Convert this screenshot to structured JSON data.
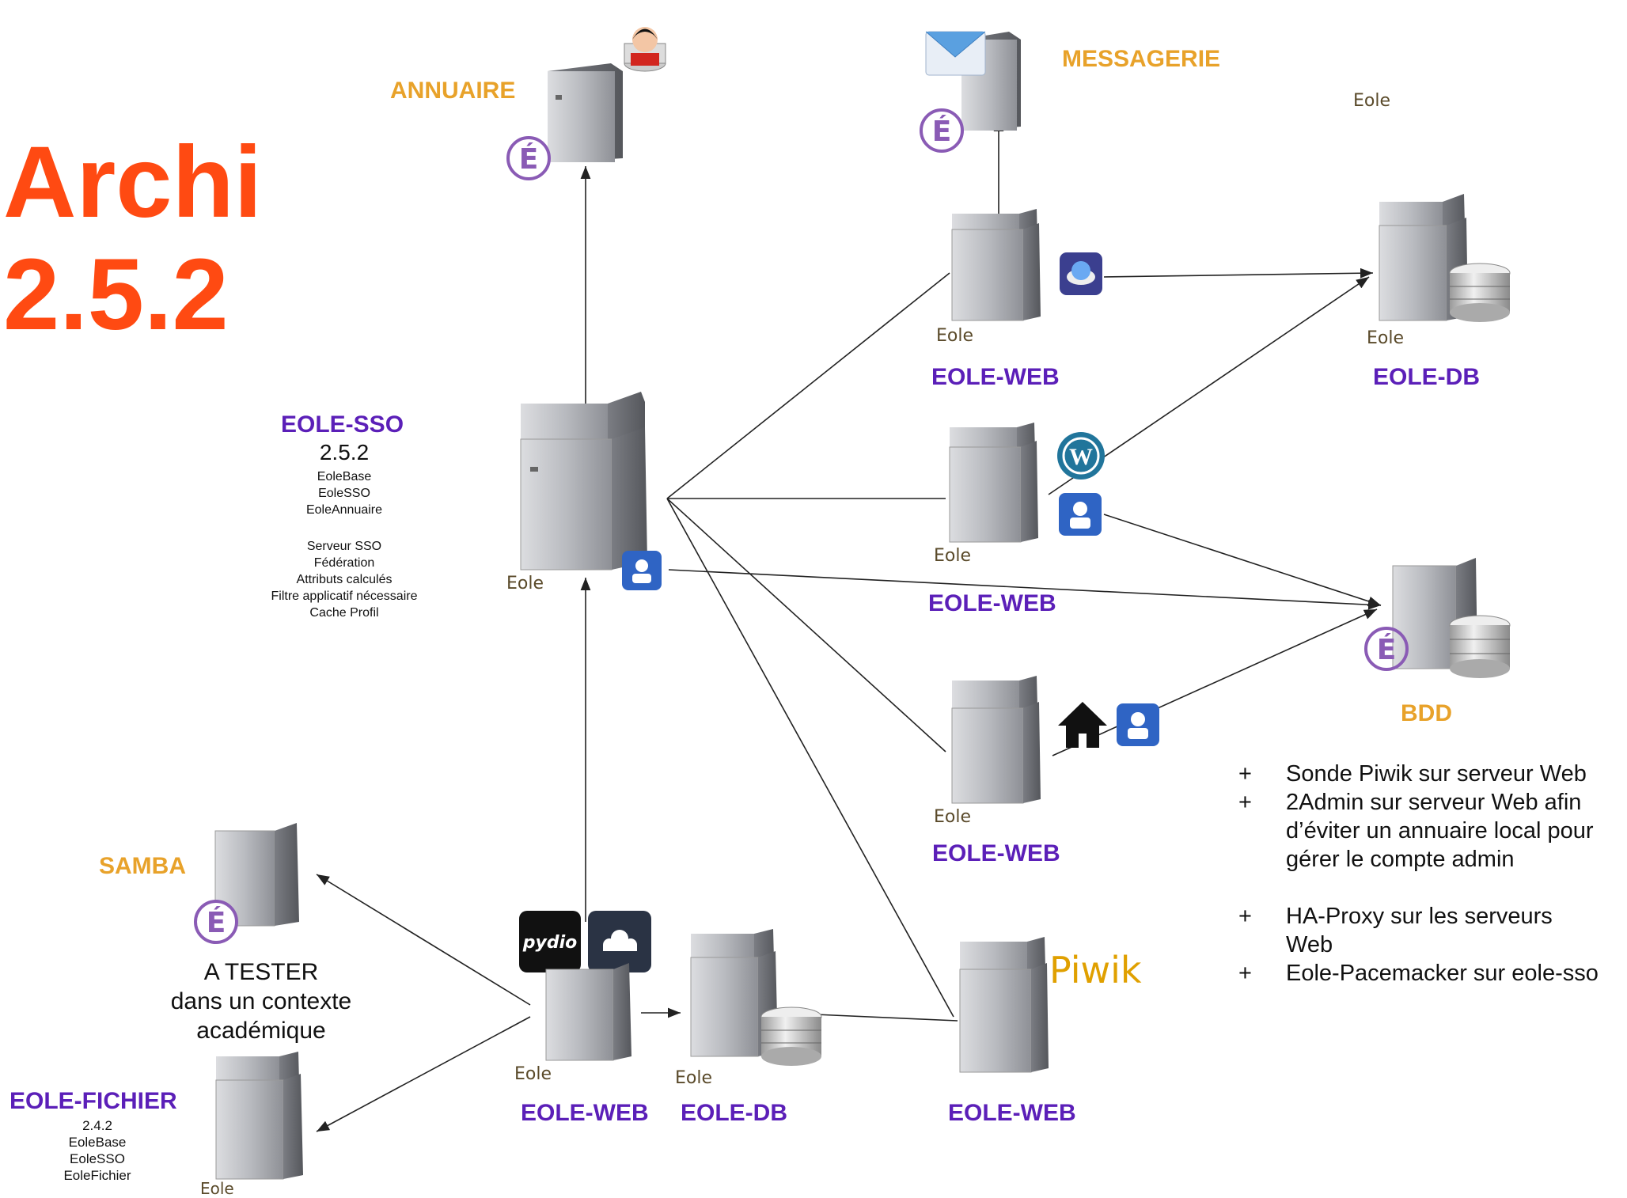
{
  "title": {
    "line1": "Archi",
    "line2": "2.5.2"
  },
  "nodes": {
    "annuaire": {
      "label": "ANNUAIRE"
    },
    "messagerie": {
      "label": "MESSAGERIE"
    },
    "eole_logo_top": "Eole",
    "eole_sso": {
      "label": "EOLE-SSO",
      "version": "2.5.2",
      "modules": [
        "EoleBase",
        "EoleSSO",
        "EoleAnnuaire"
      ],
      "features": [
        "Serveur SSO",
        "Fédération",
        "Attributs calculés",
        "Filtre applicatif nécessaire",
        "Cache Profil"
      ]
    },
    "eole_web_1": {
      "label": "EOLE-WEB"
    },
    "eole_db_top": {
      "label": "EOLE-DB"
    },
    "eole_web_2": {
      "label": "EOLE-WEB"
    },
    "bdd": {
      "label": "BDD"
    },
    "eole_web_3": {
      "label": "EOLE-WEB"
    },
    "samba": {
      "label": "SAMBA"
    },
    "eole_fichier": {
      "label": "EOLE-FICHIER",
      "version": "2.4.2",
      "modules": [
        "EoleBase",
        "EoleSSO",
        "EoleFichier"
      ]
    },
    "eole_web_bottom": {
      "label": "EOLE-WEB"
    },
    "eole_db_bottom": {
      "label": "EOLE-DB"
    },
    "eole_web_piwik": {
      "label": "EOLE-WEB"
    }
  },
  "eole_mark": "Eole",
  "tester_note": [
    "A TESTER",
    "dans un contexte",
    "académique"
  ],
  "bullets": [
    {
      "mark": "+",
      "lines": [
        "Sonde Piwik sur serveur Web"
      ]
    },
    {
      "mark": "+",
      "lines": [
        "2Admin sur serveur Web afin",
        "d’éviter un annuaire local pour",
        "gérer le compte admin"
      ]
    },
    {
      "mark": "+",
      "lines": [
        "HA-Proxy sur les serveurs",
        "Web"
      ]
    },
    {
      "mark": "+",
      "lines": [
        "Eole-Pacemacker sur eole-sso"
      ]
    }
  ],
  "app_logos": {
    "piwik": "Piwik",
    "pydio": "pydio"
  },
  "colors": {
    "title": "#ff4a12",
    "label_orange": "#e8a22a",
    "label_purple": "#5b1fb8",
    "user_badge": "#2f64c4",
    "wordpress": "#21759b"
  }
}
